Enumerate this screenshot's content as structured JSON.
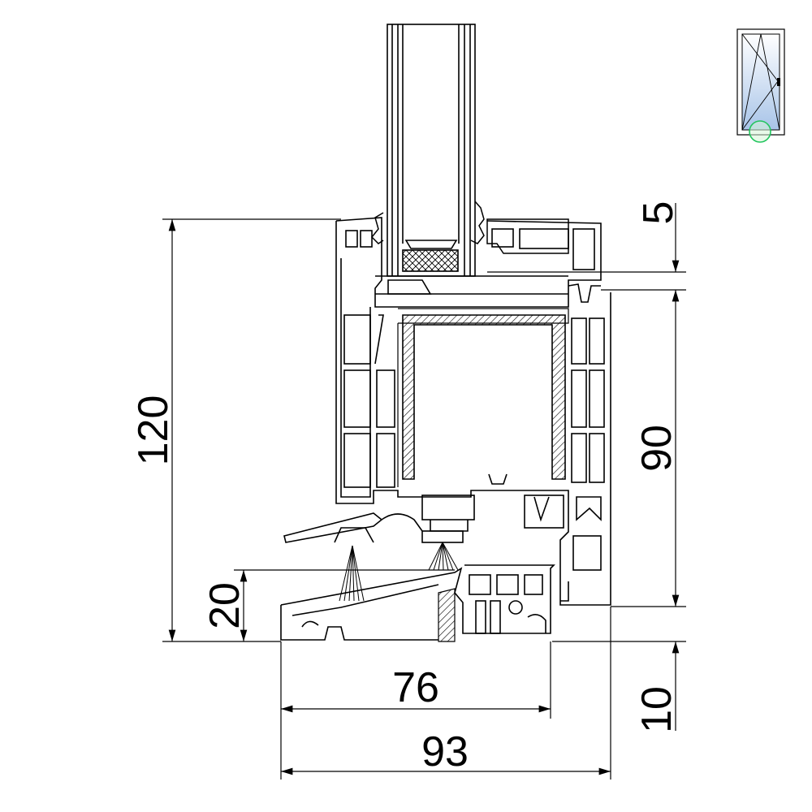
{
  "dimensions": {
    "total_height": "120",
    "threshold_height": "20",
    "top_offset": "5",
    "frame_height": "90",
    "bottom_offset": "10",
    "sill_width": "76",
    "total_width": "93"
  },
  "thumbnail": {
    "icon": "tilt-turn-window-icon",
    "marker_color": "#22c55e",
    "glass_color": "#a8c4e8"
  },
  "colors": {
    "line": "#000000",
    "background": "#ffffff"
  }
}
